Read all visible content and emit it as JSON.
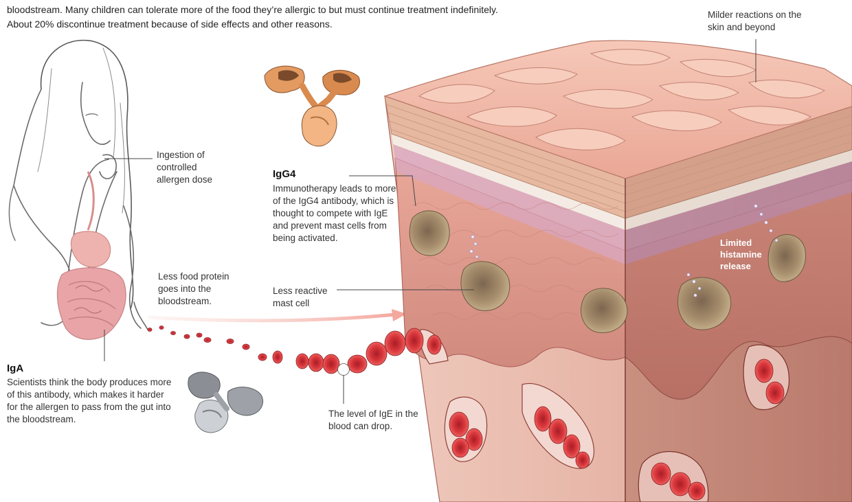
{
  "intro": {
    "line1": "bloodstream. Many children can tolerate more of the food they’re allergic to but must continue treatment indefinitely.",
    "line2": "About 20% discontinue treatment because of side effects and other reasons."
  },
  "labels": {
    "milder_reactions": "Milder reactions on the skin and beyond",
    "ingestion": "Ingestion of controlled allergen dose",
    "igg4_title": "IgG4",
    "igg4_body": "Immunotherapy leads to more of the IgG4 antibody, which is thought to compete with IgE and prevent mast cells from being activated.",
    "less_food_protein": "Less food protein goes into the bloodstream.",
    "less_reactive": "Less reactive mast cell",
    "limited_histamine": "Limited histamine release",
    "iga_title": "IgA",
    "iga_body": "Scientists think the body produces more of this antibody, which makes it harder for the allergen to pass from the gut into the bloodstream.",
    "ige_level": "The level of IgE in the blood can drop."
  },
  "colors": {
    "skin_surface": "#f2b7a6",
    "dermis": "#dc9488",
    "mast_cell": "#a08868",
    "blood_cell": "#d9373c",
    "vessel": "#f4dcd6",
    "antibody_orange": "#d98a4e",
    "antibody_gray": "#9ea2a8"
  }
}
